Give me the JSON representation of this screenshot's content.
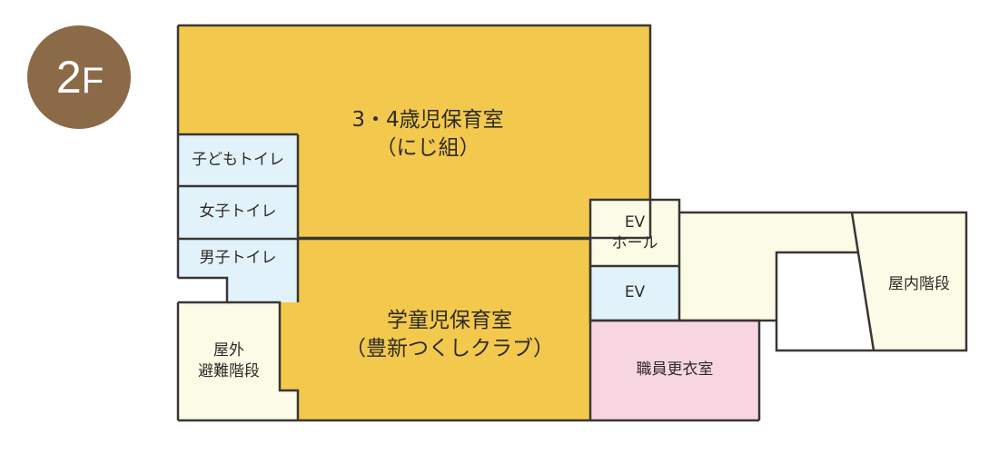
{
  "floor": {
    "label": "2",
    "unit": "F",
    "badge_color": "#8b6a48"
  },
  "colors": {
    "wall": "#3a3634",
    "classroom": "#f3c94d",
    "toilet": "#e2f2fb",
    "service": "#fcfbe6",
    "staff": "#f7d6e2"
  },
  "rooms": {
    "classroom_3_4": {
      "line1": "3・4歳児保育室",
      "line2": "（にじ組）"
    },
    "kids_toilet": {
      "label": "子どもトイレ"
    },
    "women_toilet": {
      "label": "女子トイレ"
    },
    "men_toilet": {
      "label": "男子トイレ"
    },
    "after_school": {
      "line1": "学童児保育室",
      "line2": "（豊新つくしクラブ）"
    },
    "outdoor_stairs": {
      "line1": "屋外",
      "line2": "避難階段"
    },
    "ev_hall": {
      "line1": "EV",
      "line2": "ホール"
    },
    "ev": {
      "label": "EV"
    },
    "staff_locker": {
      "label": "職員更衣室"
    },
    "indoor_stairs": {
      "label": "屋内階段"
    }
  }
}
